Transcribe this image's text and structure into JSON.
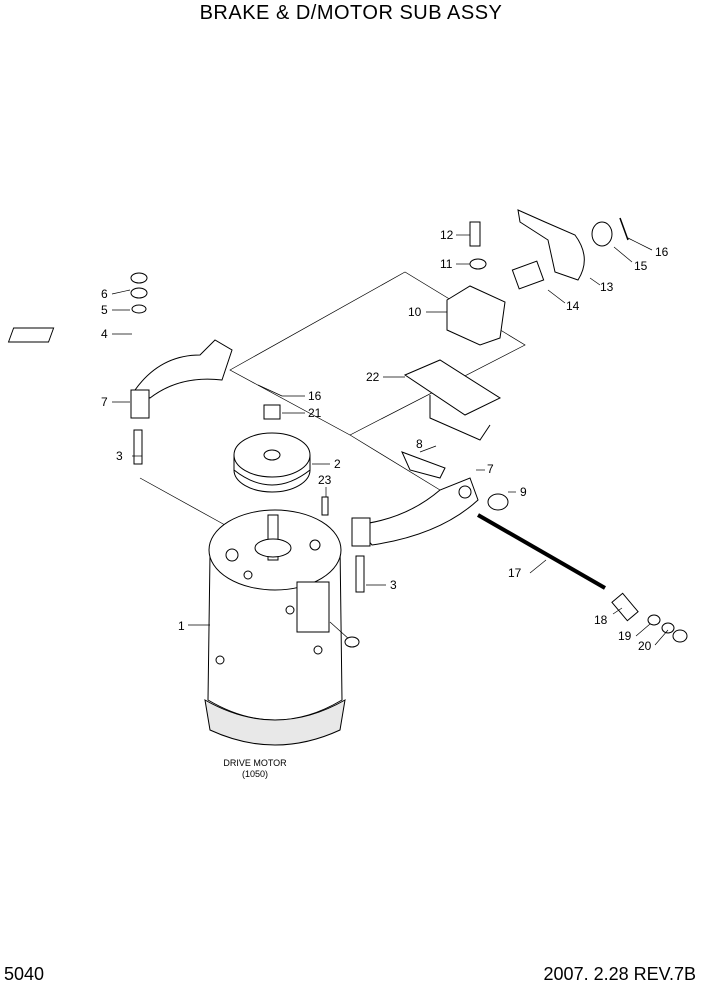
{
  "title": "BRAKE & D/MOTOR SUB ASSY",
  "page_number": "5040",
  "revision": "2007. 2.28  REV.7B",
  "motor_caption": {
    "line1": "DRIVE MOTOR",
    "line2": "(1050)"
  },
  "callouts": [
    "1",
    "2",
    "3",
    "3",
    "4",
    "5",
    "6",
    "7",
    "7",
    "8",
    "9",
    "10",
    "11",
    "12",
    "13",
    "14",
    "15",
    "16",
    "16",
    "17",
    "18",
    "19",
    "20",
    "21",
    "22",
    "23"
  ]
}
